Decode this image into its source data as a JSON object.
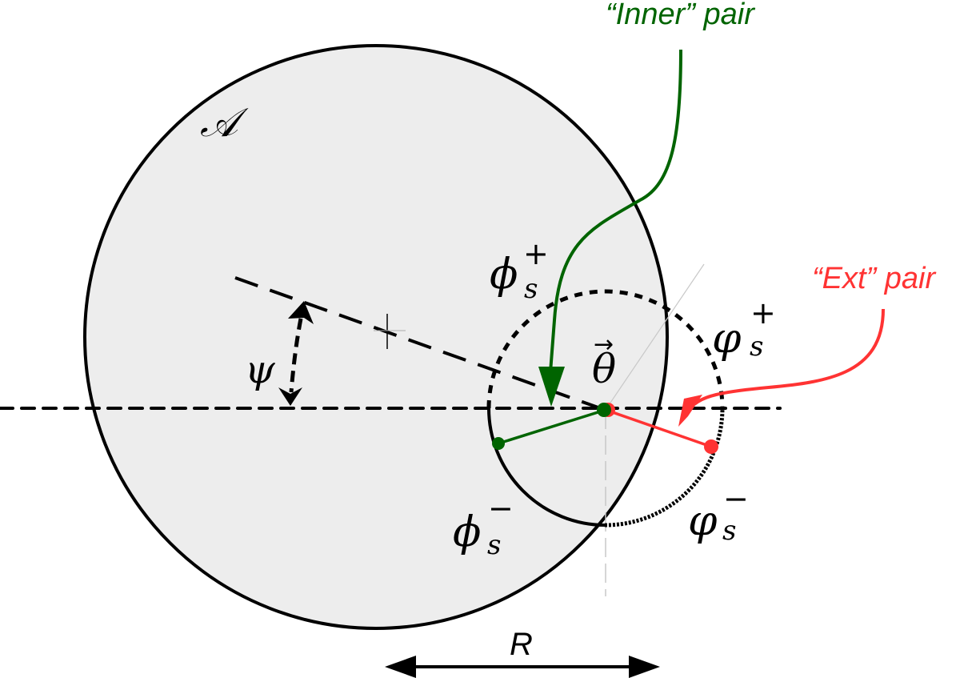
{
  "figure": {
    "region_label": "𝒜",
    "angle_label": "ψ",
    "point_label": "θ",
    "point_vector_arrow": "→",
    "radius_label": "R",
    "inner_pair": {
      "label": "“Inner” pair",
      "color": "#006400",
      "plus_symbol": "ϕ",
      "plus_sub": "s",
      "plus_sup": "+",
      "minus_symbol": "ϕ",
      "minus_sub": "s",
      "minus_sup": "−"
    },
    "ext_pair": {
      "label": "“Ext” pair",
      "color": "#ff3333",
      "plus_symbol": "φ",
      "plus_sub": "s",
      "plus_sup": "+",
      "minus_symbol": "φ",
      "minus_sub": "s",
      "minus_sup": "−"
    },
    "colors": {
      "region_fill": "#ededed",
      "outline": "#000000",
      "guide": "#c8c8c8"
    }
  }
}
